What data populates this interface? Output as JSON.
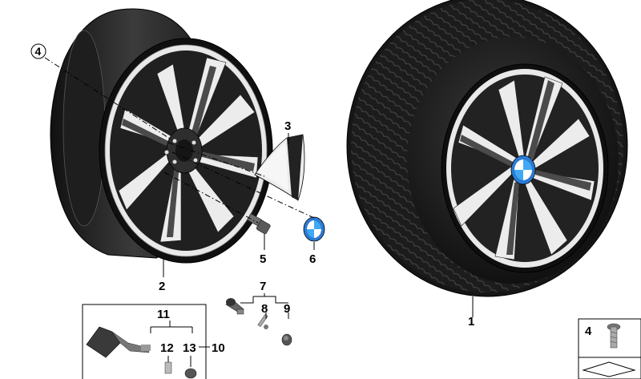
{
  "diagram": {
    "callouts": {
      "c1": "1",
      "c2": "2",
      "c3": "3",
      "c4": "4",
      "c5": "5",
      "c6": "6",
      "c7": "7",
      "c8": "8",
      "c9": "9",
      "c10": "10",
      "c11": "11",
      "c12": "12",
      "c13": "13"
    },
    "legend": {
      "number": "4"
    },
    "colors": {
      "tire": "#1c1c1c",
      "rim_dark": "#2a2a2a",
      "rim_face": "#d9d9d9",
      "spoke_silver": "#e6e6e6",
      "cap_blue": "#2b7bd6",
      "cap_accent": "#3fa9f5"
    }
  }
}
